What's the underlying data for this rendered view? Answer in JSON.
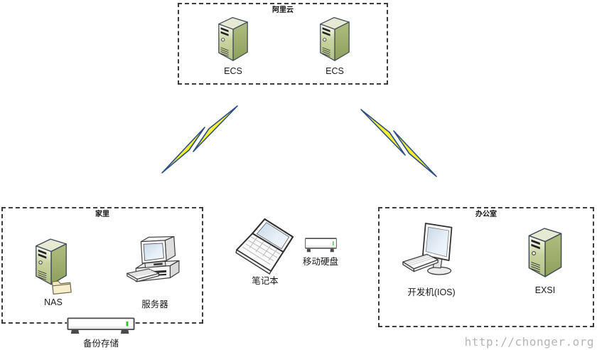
{
  "diagram": {
    "groups": {
      "aliyun": {
        "title": "阿里云"
      },
      "home": {
        "title": "家里"
      },
      "office": {
        "title": "办公室"
      }
    },
    "nodes": {
      "ecs1": {
        "label": "ECS"
      },
      "ecs2": {
        "label": "ECS"
      },
      "nas": {
        "label": "NAS"
      },
      "server": {
        "label": "服务器"
      },
      "backup": {
        "label": "备份存储"
      },
      "laptop": {
        "label": "笔记本"
      },
      "usbdrive": {
        "label": "移动硬盘"
      },
      "devmachine": {
        "label": "开发机(IOS)"
      },
      "exsi": {
        "label": "EXSI"
      }
    },
    "links": [
      {
        "from": "home",
        "to": "aliyun",
        "type": "comm-link-lightning"
      },
      {
        "from": "office",
        "to": "aliyun",
        "type": "comm-link-lightning"
      }
    ],
    "watermark": "http://chonger.org",
    "colors": {
      "server_front": "#b5c189",
      "server_side": "#8e9f5b",
      "server_top": "#e7ead2",
      "bolt_fill": "#f5ef2d",
      "bolt_stroke": "#2e4f86",
      "led_green": "#2ec22e",
      "box_border": "#3c3c3c",
      "watermark_gray": "#b5b5b5",
      "screen_blue": "#c7d7e8",
      "folder_cream": "#f1e6b8"
    }
  }
}
